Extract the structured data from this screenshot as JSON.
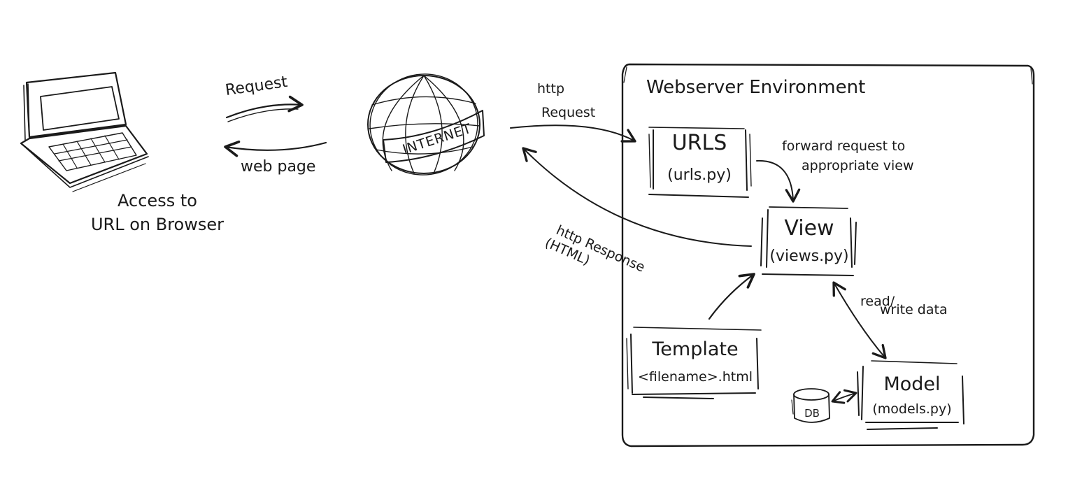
{
  "client": {
    "caption_line1": "Access to",
    "caption_line2": "URL on Browser"
  },
  "client_internet": {
    "request_label": "Request",
    "response_label": "web page"
  },
  "internet": {
    "label": "INTERNET"
  },
  "http": {
    "request_line1": "http",
    "request_line2": "Request",
    "response_line1": "http Response",
    "response_line2": "(HTML)"
  },
  "environment": {
    "title": "Webserver Environment",
    "urls": {
      "title": "URLS",
      "file": "(urls.py)"
    },
    "forward_label_line1": "forward request to",
    "forward_label_line2": "appropriate view",
    "view": {
      "title": "View",
      "file": "(views.py)"
    },
    "template": {
      "title": "Template",
      "file": "<filename>.html"
    },
    "model": {
      "title": "Model",
      "file": "(models.py)"
    },
    "db": {
      "label": "DB"
    },
    "rw_label_line1": "read/",
    "rw_label_line2": "write data"
  }
}
